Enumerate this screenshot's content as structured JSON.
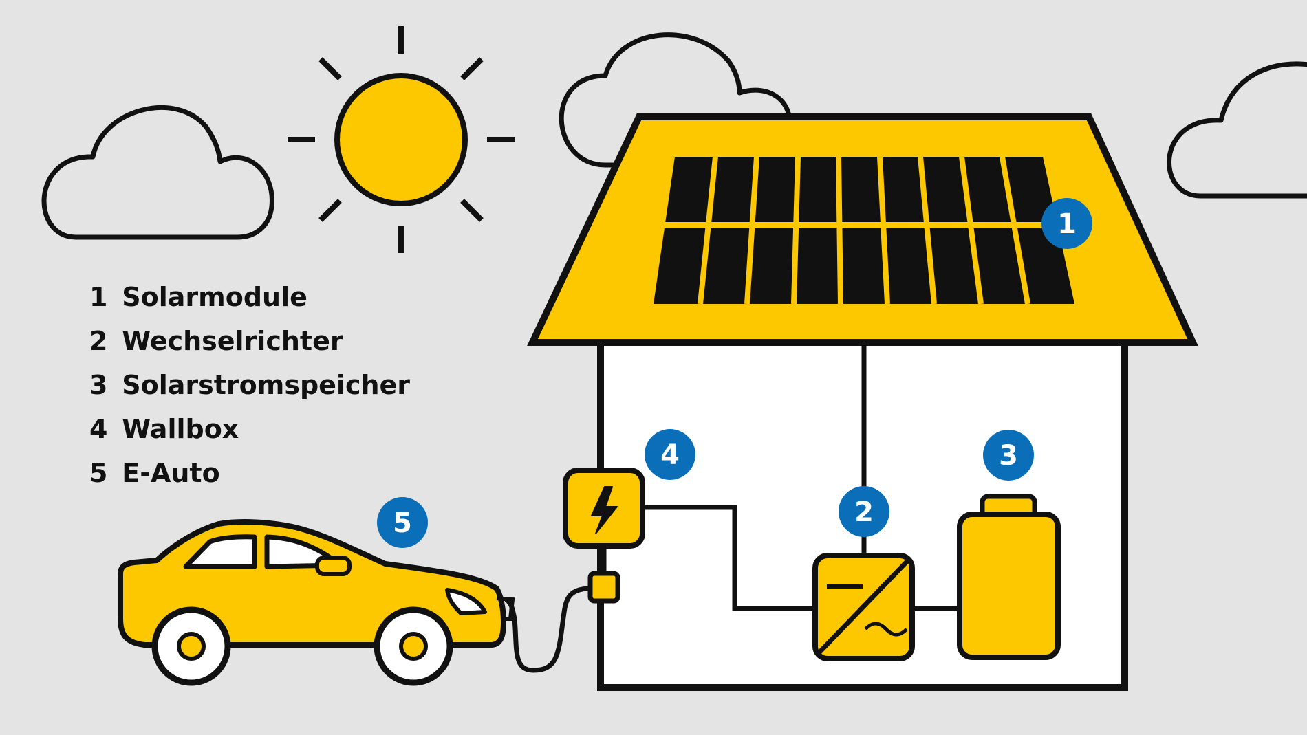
{
  "colors": {
    "background": "#e4e4e4",
    "accent_yellow": "#fdc800",
    "outline": "#111111",
    "badge_blue": "#0a6fb8",
    "panel_black": "#111111",
    "house_wall": "#ffffff"
  },
  "legend": {
    "items": [
      {
        "num": "1",
        "label": "Solarmodule"
      },
      {
        "num": "2",
        "label": "Wechselrichter"
      },
      {
        "num": "3",
        "label": "Solarstromspeicher"
      },
      {
        "num": "4",
        "label": "Wallbox"
      },
      {
        "num": "5",
        "label": "E-Auto"
      }
    ]
  },
  "badges": {
    "solar_panels": "1",
    "inverter": "2",
    "battery": "3",
    "wallbox": "4",
    "car": "5"
  },
  "icons": {
    "sun": "sun-icon",
    "clouds": "cloud-icon",
    "house": "house-icon",
    "car": "car-icon",
    "wallbox": "lightning-bolt-icon"
  }
}
